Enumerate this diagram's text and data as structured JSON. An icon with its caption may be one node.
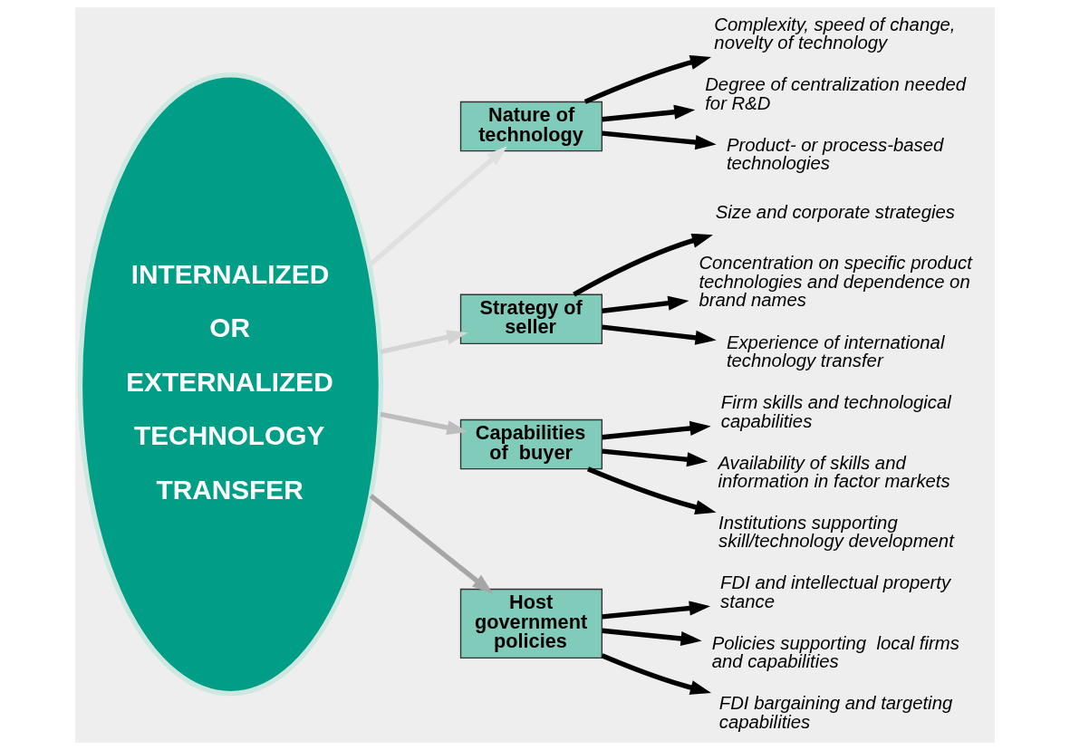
{
  "diagram": {
    "nodes": [
      {
        "text": [
          "INTERNALIZED OR EXTERNALIZED TECHNOLOGY TRANSFER"
        ]
      },
      {
        "text": [
          "Nature of technology"
        ]
      },
      {
        "text": [
          "Complexity, speed of change, novelty of technology"
        ]
      },
      {
        "text": [
          "Degree of centralization needed for R&D"
        ]
      },
      {
        "text": [
          "Product- or process-based technologies"
        ]
      },
      {
        "text": [
          "Strategy of seller"
        ]
      },
      {
        "text": [
          "Size and corporate strategies"
        ]
      },
      {
        "text": [
          "Concentration on specific product technologies and dependence on brand names"
        ]
      },
      {
        "text": [
          "Experience of international technology transfer"
        ]
      },
      {
        "text": [
          "Capabilities of  buyer"
        ]
      },
      {
        "text": [
          "Firm skills and technological capabilities"
        ]
      },
      {
        "text": [
          "Availability of skills and information in factor markets"
        ]
      },
      {
        "text": [
          "Institutions supporting skill/technology development"
        ]
      },
      {
        "text": [
          "Host government policies"
        ]
      },
      {
        "text": [
          "FDI and intellectual property stance"
        ]
      },
      {
        "text": [
          "Policies supporting  local firms and capabilities"
        ]
      },
      {
        "text": [
          "FDI bargaining and targeting capabilities"
        ]
      }
    ],
    "edges": [
      {
        "from": 0,
        "to": 1,
        "arrow": "to",
        "color": "#e0e0e0"
      },
      {
        "from": 0,
        "to": 5,
        "arrow": "to",
        "color": "#d4d4d4"
      },
      {
        "from": 0,
        "to": 9,
        "arrow": "to",
        "color": "#bdbdbd"
      },
      {
        "from": 0,
        "to": 13,
        "arrow": "to",
        "color": "#a6a6a6"
      },
      {
        "from": 1,
        "to": 2,
        "arrow": "to"
      },
      {
        "from": 1,
        "to": 3,
        "arrow": "to"
      },
      {
        "from": 1,
        "to": 4,
        "arrow": "to"
      },
      {
        "from": 5,
        "to": 6,
        "arrow": "to"
      },
      {
        "from": 5,
        "to": 7,
        "arrow": "to"
      },
      {
        "from": 5,
        "to": 8,
        "arrow": "to"
      },
      {
        "from": 9,
        "to": 10,
        "arrow": "to"
      },
      {
        "from": 9,
        "to": 11,
        "arrow": "to"
      },
      {
        "from": 9,
        "to": 12,
        "arrow": "to"
      },
      {
        "from": 13,
        "to": 14,
        "arrow": "to"
      },
      {
        "from": 13,
        "to": 15,
        "arrow": "to"
      },
      {
        "from": 13,
        "to": 16,
        "arrow": "to"
      }
    ]
  }
}
